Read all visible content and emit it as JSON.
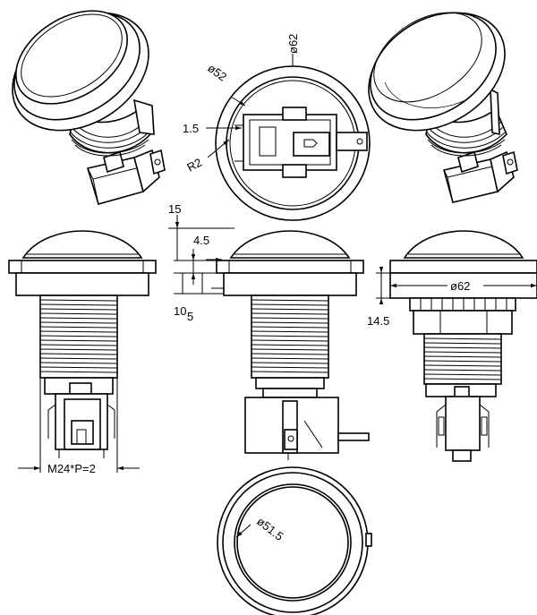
{
  "dimensions": {
    "top_outer_diameter": "ø62",
    "top_inner_diameter": "ø52",
    "wall_thickness": "1.5",
    "corner_radius": "R2",
    "total_height": "15",
    "bezel_height": "4.5",
    "flange_height": "10",
    "flange_step": "5",
    "side_diameter": "ø62",
    "base_height": "14.5",
    "thread": "M24*P=2",
    "bottom_diameter": "ø51.5"
  },
  "views": [
    "front-view-iso-left",
    "top-view",
    "front-view-iso-right",
    "side-view-left",
    "side-view-middle",
    "side-view-right",
    "bottom-view"
  ]
}
